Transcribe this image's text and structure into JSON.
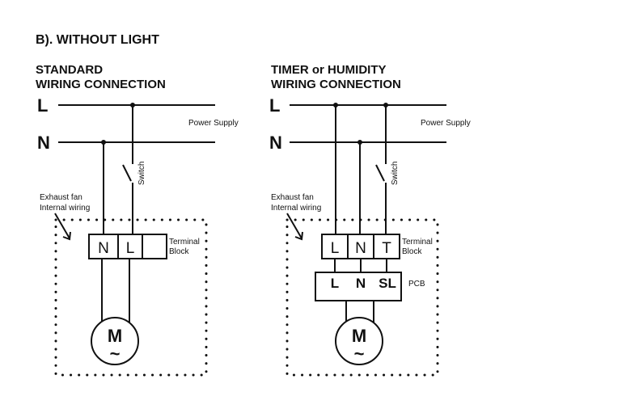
{
  "section_title": "B).  WITHOUT LIGHT",
  "left": {
    "title_line1": "STANDARD",
    "title_line2": "WIRING CONNECTION",
    "line_l": "L",
    "line_n": "N",
    "power_supply": "Power Supply",
    "switch": "Switch",
    "fan_label_line1": "Exhaust fan",
    "fan_label_line2": "Internal wiring",
    "terminals": [
      "N",
      "L",
      ""
    ],
    "terminal_block_line1": "Terminal",
    "terminal_block_line2": "Block",
    "motor": "M",
    "motor_symbol": "~"
  },
  "right": {
    "title_line1": "TIMER or HUMIDITY",
    "title_line2": "WIRING CONNECTION",
    "line_l": "L",
    "line_n": "N",
    "power_supply": "Power Supply",
    "switch": "Switch",
    "fan_label_line1": "Exhaust fan",
    "fan_label_line2": "Internal wiring",
    "terminals": [
      "L",
      "N",
      "T"
    ],
    "terminal_block_line1": "Terminal",
    "terminal_block_line2": "Block",
    "pcb_terminals": [
      "L",
      "N",
      "SL"
    ],
    "pcb": "PCB",
    "motor": "M",
    "motor_symbol": "~"
  }
}
